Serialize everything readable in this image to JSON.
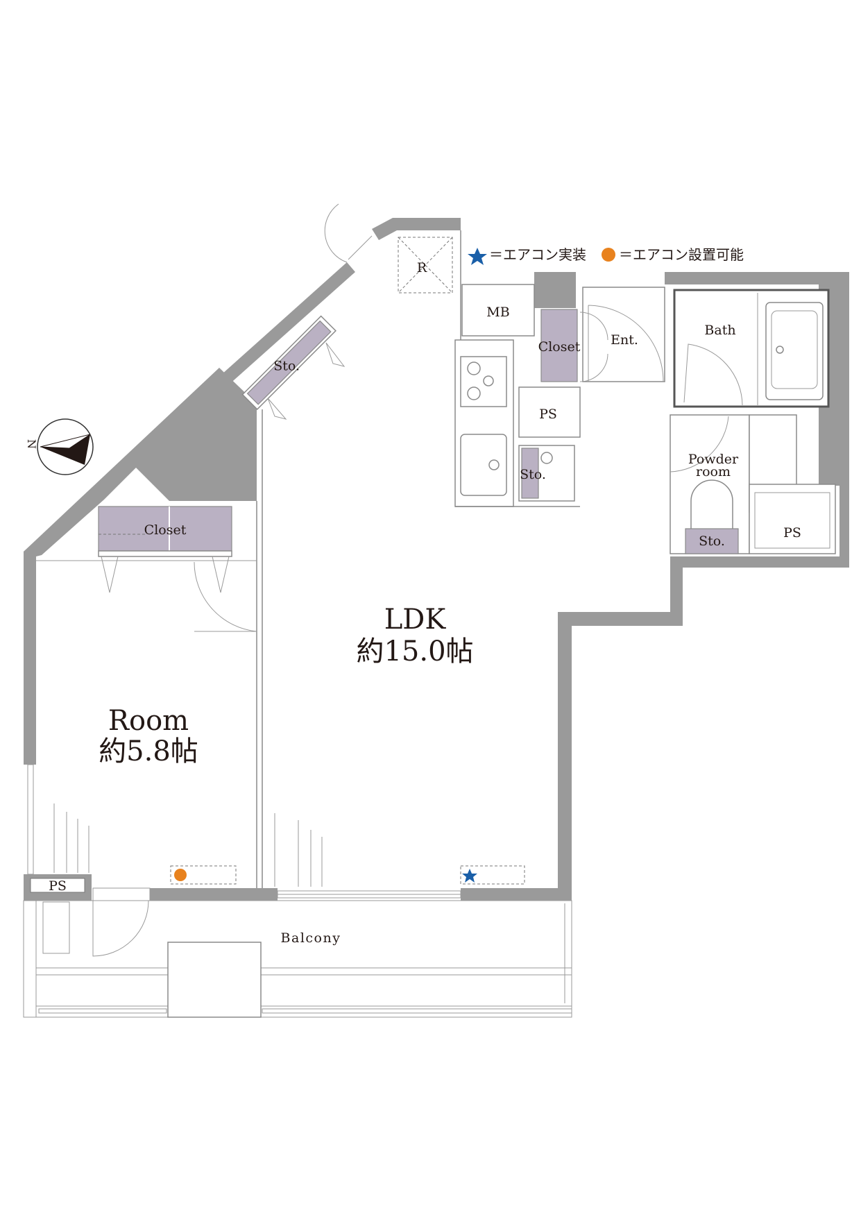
{
  "legend": {
    "installed_label": "＝エアコン実装",
    "possible_label": "＝エアコン設置可能",
    "installed_color": "#1a5fa8",
    "possible_color": "#e8821e"
  },
  "rooms": {
    "ldk_name": "LDK",
    "ldk_size": "約15.0帖",
    "room_name": "Room",
    "room_size": "約5.8帖",
    "balcony": "Balcony",
    "refrigerator": "R",
    "meter_box": "MB",
    "kitchen_closet": "Closet",
    "entrance": "Ent.",
    "bath": "Bath",
    "kitchen_ps": "PS",
    "kitchen_storage": "Sto.",
    "powder_room_1": "Powder",
    "powder_room_2": "room",
    "powder_storage": "Sto.",
    "bath_ps": "PS",
    "diagonal_storage": "Sto.",
    "room_closet": "Closet",
    "balcony_ps": "PS"
  },
  "compass": {
    "north_label": "N"
  }
}
